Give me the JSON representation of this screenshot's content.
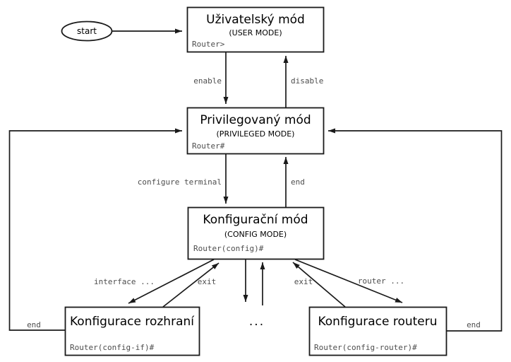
{
  "diagram": {
    "background_color": "#ffffff",
    "stroke_color": "#1a1a1a",
    "label_color": "#4d4d4d",
    "start": {
      "label": "start"
    },
    "nodes": [
      {
        "id": "user-mode",
        "title": "Uživatelský mód",
        "subtitle": "(USER MODE)",
        "prompt": "Router>"
      },
      {
        "id": "privileged-mode",
        "title": "Privilegovaný mód",
        "subtitle": "(PRIVILEGED MODE)",
        "prompt": "Router#"
      },
      {
        "id": "config-mode",
        "title": "Konfigurační mód",
        "subtitle": "(CONFIG MODE)",
        "prompt": "Router(config)#"
      },
      {
        "id": "interface-config",
        "title": "Konfigurace rozhraní",
        "prompt": "Router(config-if)#"
      },
      {
        "id": "router-config",
        "title": "Konfigurace routeru",
        "prompt": "Router(config-router)#"
      }
    ],
    "edges": {
      "enable": "enable",
      "disable": "disable",
      "configure_terminal": "configure terminal",
      "end_middle": "end",
      "interface": "interface ...",
      "exit_left": "exit",
      "exit_right": "exit",
      "router": "router ...",
      "end_left": "end",
      "end_right": "end",
      "more_modes": "..."
    }
  }
}
